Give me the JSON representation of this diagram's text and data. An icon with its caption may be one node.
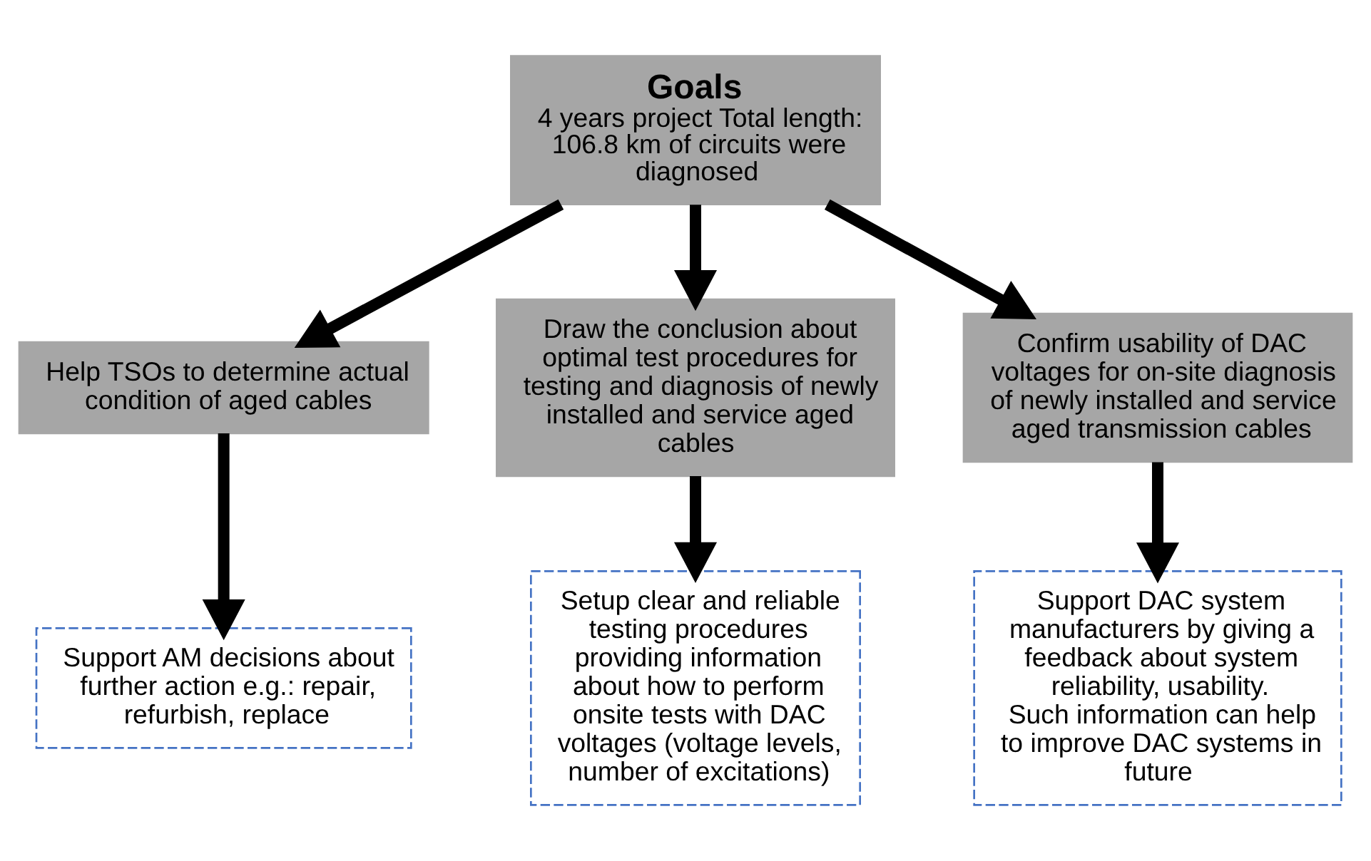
{
  "diagram": {
    "nodes": [
      {
        "text": [
          "Goals",
          "4 years project Total length: 106.8 km of circuits were diagnosed"
        ]
      },
      {
        "text": [
          "Help TSOs to determine actual condition of aged cables"
        ]
      },
      {
        "text": [
          "Draw the conclusion about optimal test procedures for testing and diagnosis of newly installed and service aged cables"
        ]
      },
      {
        "text": [
          "Confirm usability of DAC voltages for on-site diagnosis of newly installed and service aged transmission cables"
        ]
      },
      {
        "text": [
          "Support AM decisions about further action e.g.: repair, refurbish, replace"
        ]
      },
      {
        "text": [
          "Setup clear and reliable testing procedures providing information about how to perform onsite tests with DAC voltages (voltage levels, number of excitations)"
        ]
      },
      {
        "text": [
          "Support DAC system manufacturers by giving a feedback about system reliability, usability. Such information can help to improve DAC systems in future"
        ]
      }
    ],
    "edges": [
      {
        "from": 0,
        "to": 1,
        "arrow": "to"
      },
      {
        "from": 0,
        "to": 2,
        "arrow": "to"
      },
      {
        "from": 0,
        "to": 3,
        "arrow": "to"
      },
      {
        "from": 1,
        "to": 4,
        "arrow": "to"
      },
      {
        "from": 2,
        "to": 5,
        "arrow": "to"
      },
      {
        "from": 3,
        "to": 6,
        "arrow": "to"
      }
    ]
  }
}
